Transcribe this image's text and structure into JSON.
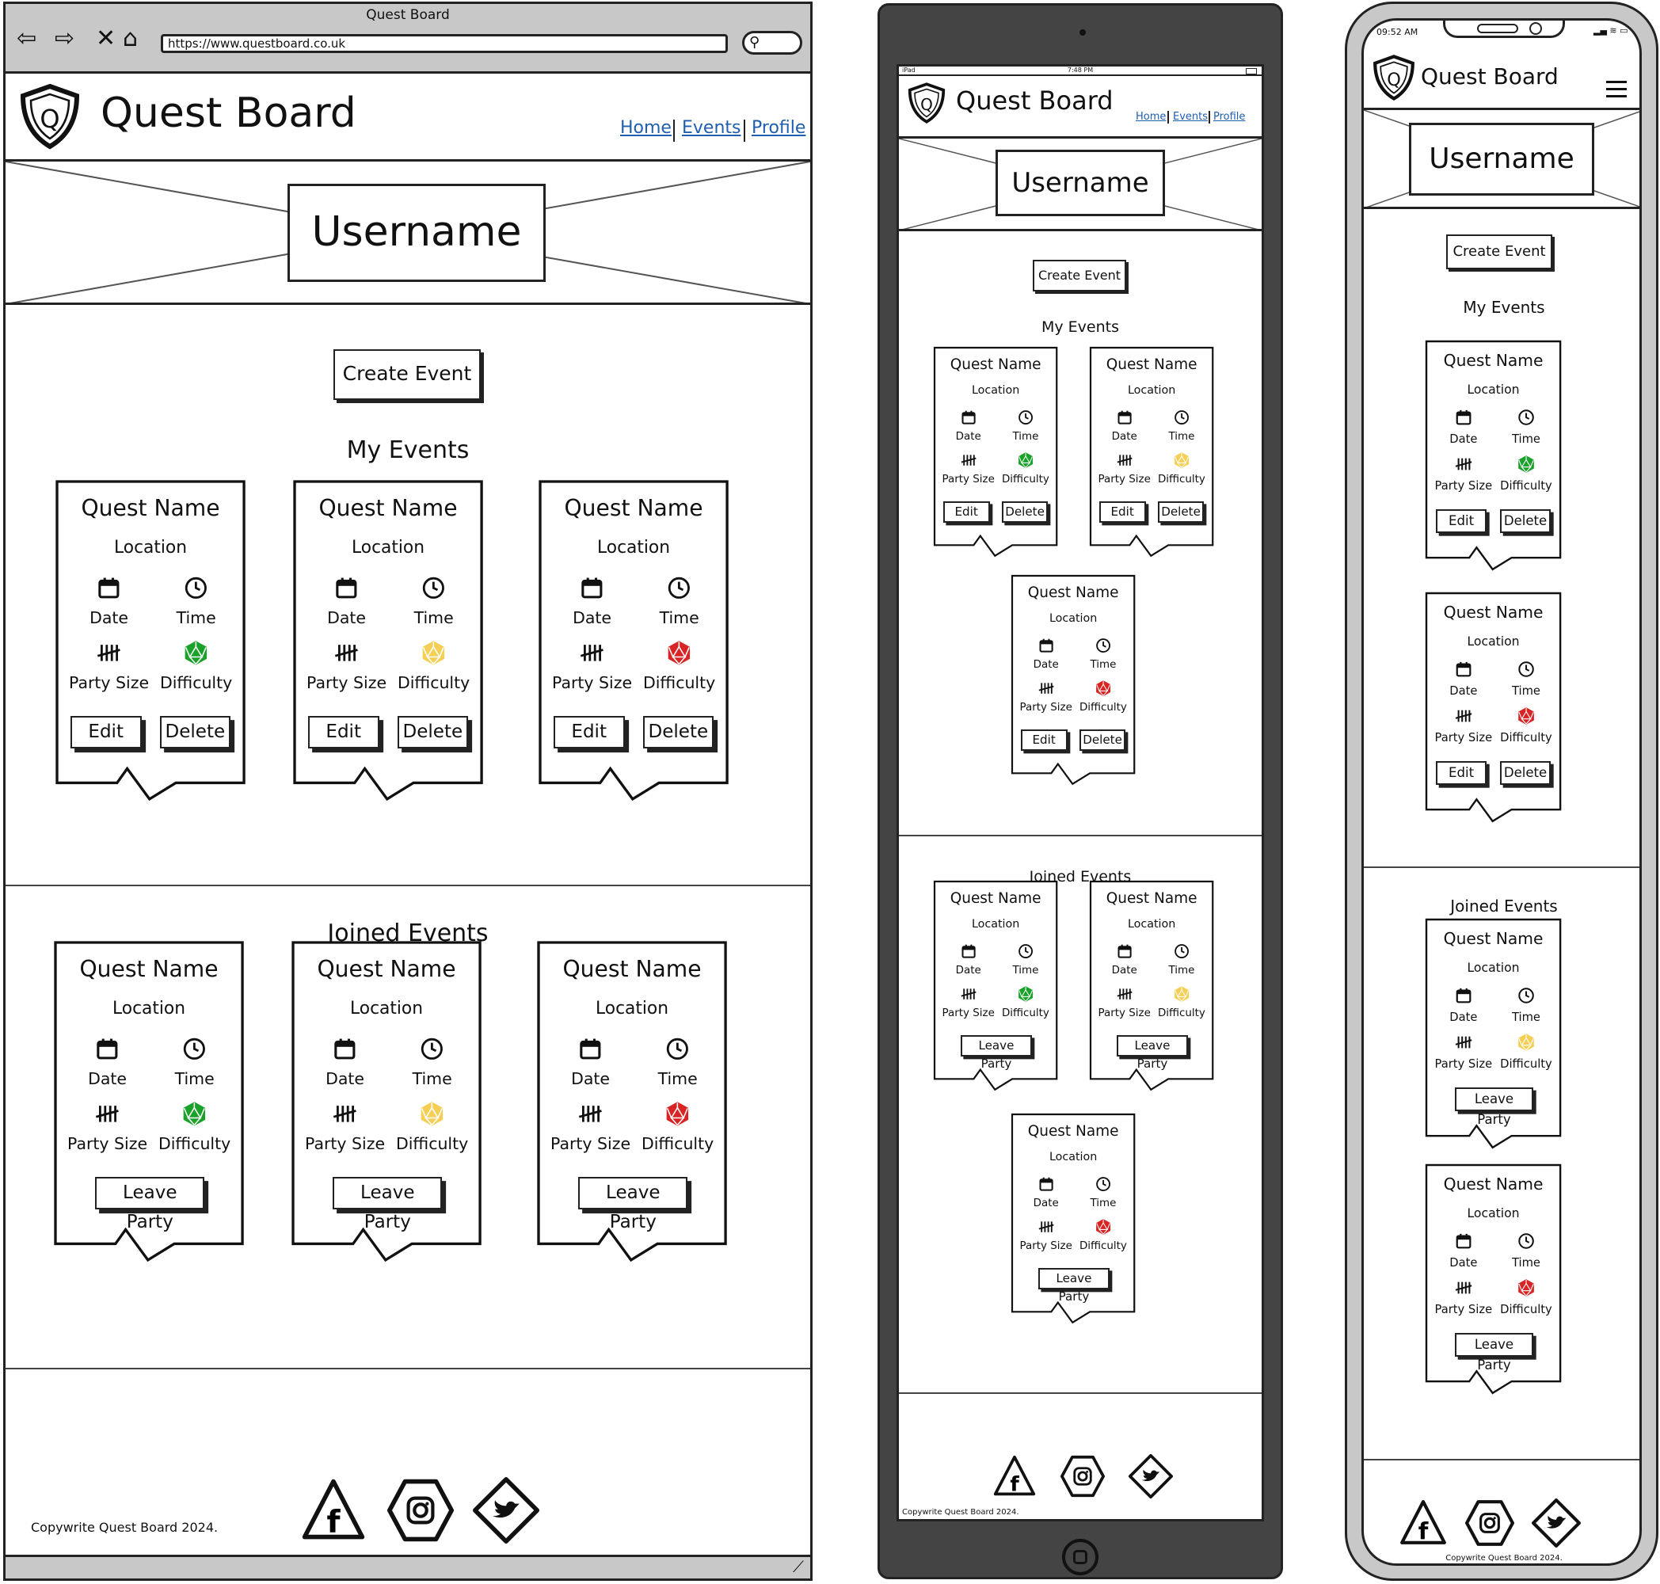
{
  "browser": {
    "window_title": "Quest Board",
    "url": "https://www.questboard.co.uk"
  },
  "site": {
    "brand_name": "Quest Board",
    "logo_letter": "Q",
    "nav": [
      "Home",
      "Events",
      "Profile"
    ],
    "username": "Username",
    "create_event_label": "Create Event",
    "my_events_title": "My Events",
    "joined_events_title": "Joined Events",
    "card": {
      "quest_name": "Quest Name",
      "location": "Location",
      "date_label": "Date",
      "time_label": "Time",
      "party_size_label": "Party Size",
      "difficulty_label": "Difficulty",
      "edit_label": "Edit",
      "delete_label": "Delete",
      "leave_label": "Leave Party"
    },
    "difficulty_colors": {
      "easy": "#1aa12a",
      "medium": "#f5cf55",
      "hard": "#d82424"
    },
    "my_events_difficulties": [
      "easy",
      "medium",
      "hard"
    ],
    "joined_events_difficulties": [
      "easy",
      "medium",
      "hard"
    ],
    "footer_text": "Copywrite Quest Board 2024.",
    "social_icons": [
      "facebook-icon",
      "instagram-icon",
      "twitter-icon"
    ]
  },
  "tablet": {
    "status_left": "iPad",
    "status_time": "7:48 PM"
  },
  "phone": {
    "status_time": "09:52 AM"
  }
}
